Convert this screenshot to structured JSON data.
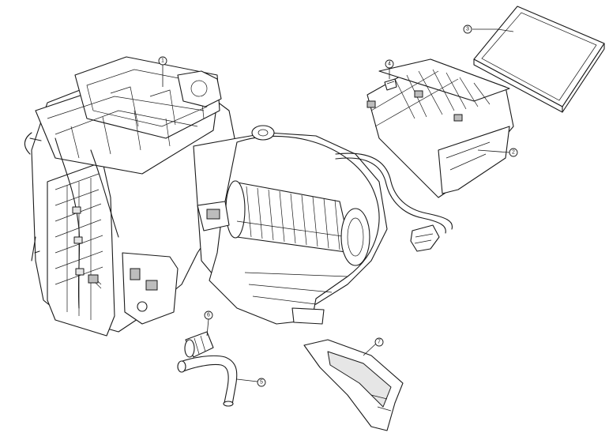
{
  "callouts": [
    {
      "id": "1",
      "label": "1"
    },
    {
      "id": "2",
      "label": "2"
    },
    {
      "id": "3",
      "label": "3"
    },
    {
      "id": "4",
      "label": "4"
    },
    {
      "id": "5",
      "label": "5"
    },
    {
      "id": "6",
      "label": "6"
    },
    {
      "id": "7",
      "label": "7"
    }
  ],
  "parts": [
    {
      "callout": "1",
      "icon": "hvac-housing-assembly-icon"
    },
    {
      "callout": "2",
      "icon": "filter-housing-icon"
    },
    {
      "callout": "3",
      "icon": "cabin-air-filter-icon"
    },
    {
      "callout": "4",
      "icon": "clip-icon"
    },
    {
      "callout": "5",
      "icon": "drain-hose-icon"
    },
    {
      "callout": "6",
      "icon": "connector-icon"
    },
    {
      "callout": "7",
      "icon": "duct-cover-icon"
    }
  ]
}
